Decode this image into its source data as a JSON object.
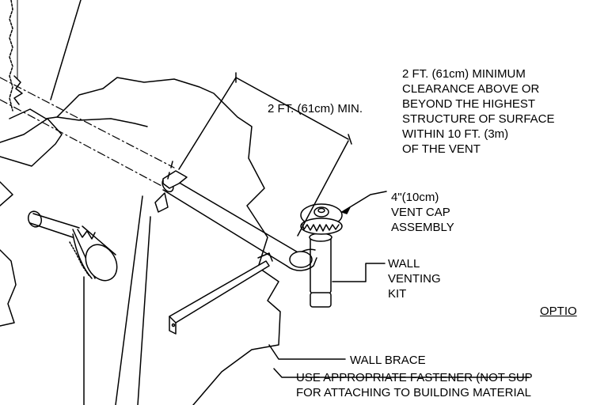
{
  "labels": {
    "min_dimension": "2 FT. (61cm) MIN.",
    "clearance_note": [
      "2 FT. (61cm) MINIMUM",
      "CLEARANCE ABOVE OR",
      "BEYOND THE HIGHEST",
      "STRUCTURE OF SURFACE",
      "WITHIN 10 FT. (3m)",
      "OF THE VENT"
    ],
    "vent_cap": [
      "4\"(10cm)",
      "VENT CAP",
      "ASSEMBLY"
    ],
    "wall_kit": [
      "WALL",
      "VENTING",
      "KIT"
    ],
    "optional": "OPTIO",
    "wall_brace": "WALL BRACE",
    "fastener_note": [
      "USE APPROPRIATE FASTENER (NOT SUP",
      "FOR ATTACHING TO BUILDING MATERIAL"
    ]
  }
}
